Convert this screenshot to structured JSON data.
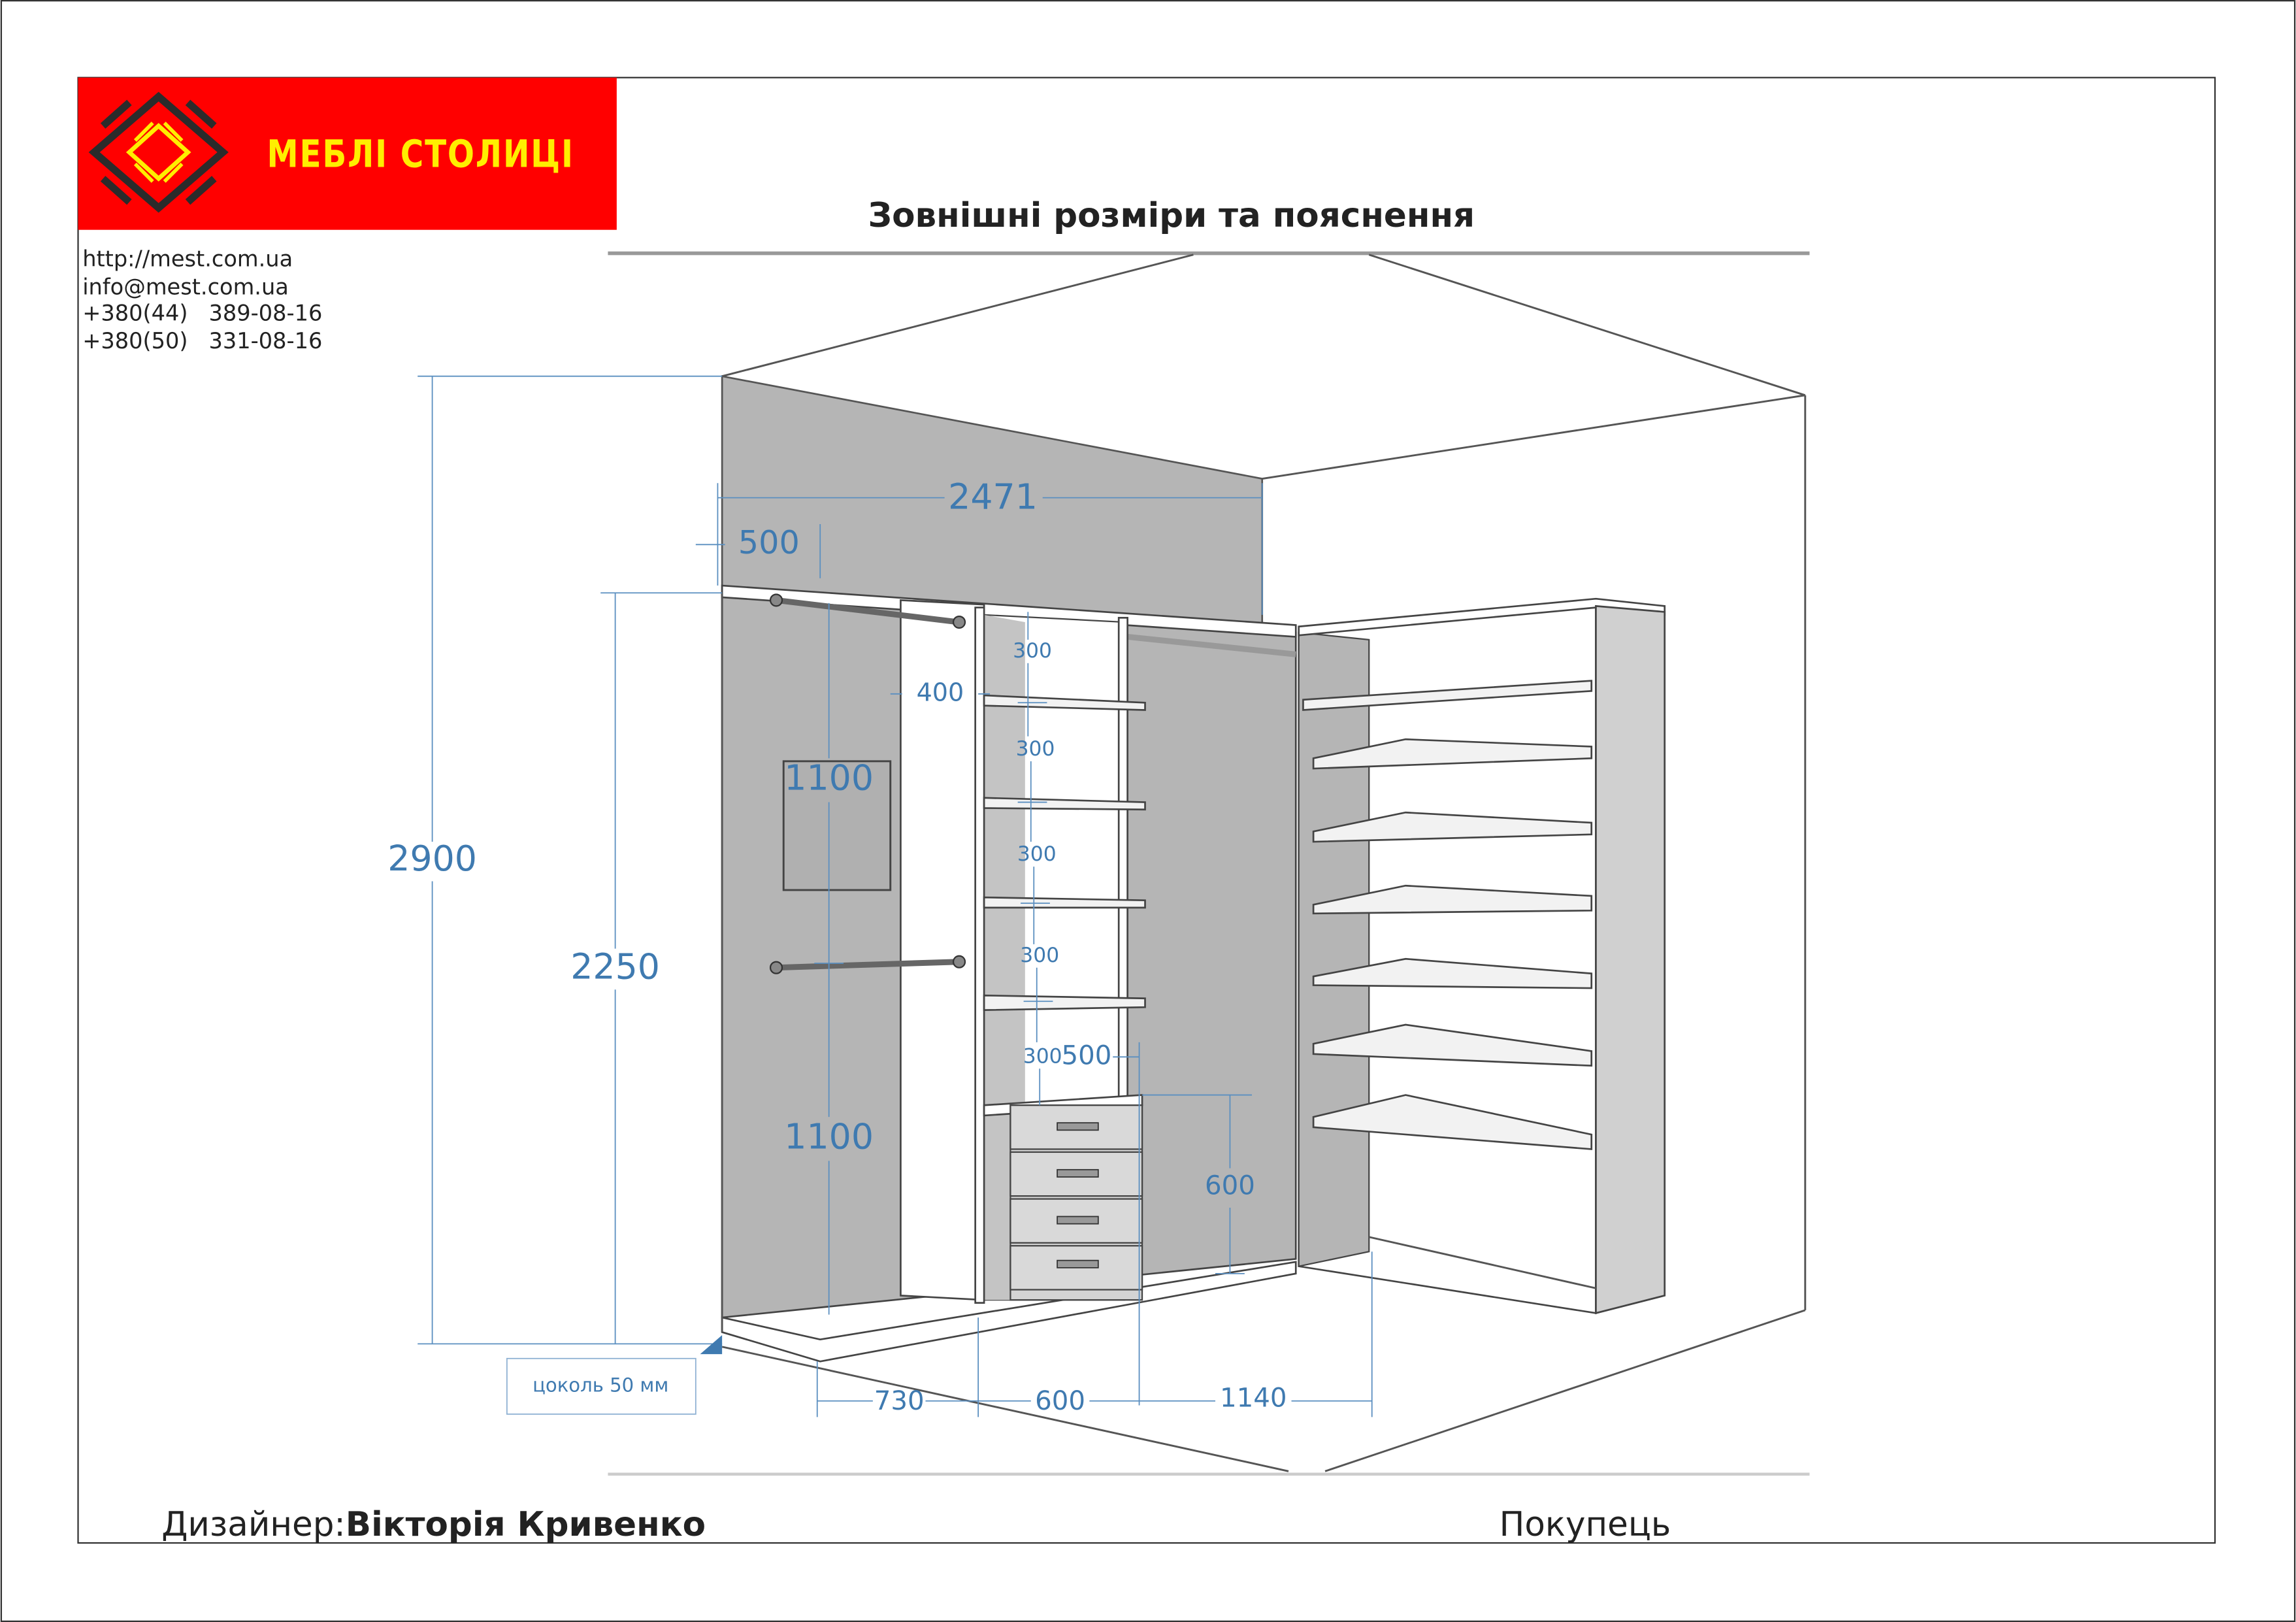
{
  "brand": {
    "logo_text": "МЕБЛІ СТОЛИЦІ",
    "colors": {
      "background": "#ff0000",
      "accent": "#ffee00",
      "dark": "#2b2b2b"
    }
  },
  "contacts": [
    "http://mest.com.ua",
    "info@mest.com.ua",
    "+380(44)   389-08-16",
    "+380(50)   331-08-16"
  ],
  "title": "Зовнішні розміри та пояснення",
  "dimensions": {
    "total_height": "2900",
    "wardrobe_height": "2250",
    "back_width": "2471",
    "depth_top": "500",
    "partition_depth": "400",
    "hang_upper": "1100",
    "hang_lower": "1100",
    "shelf_gaps": [
      "300",
      "300",
      "300",
      "300",
      "300"
    ],
    "drawer_depth": "500",
    "drawer_height": "600",
    "bottom_widths": [
      "730",
      "600",
      "1140"
    ],
    "plinth_note": "цоколь 50 мм"
  },
  "dimension_color": "#3f7ab0",
  "footer": {
    "designer_label": "Дизайнер:",
    "designer_name": "Вікторія Кривенко",
    "customer_label": "Покупець"
  }
}
